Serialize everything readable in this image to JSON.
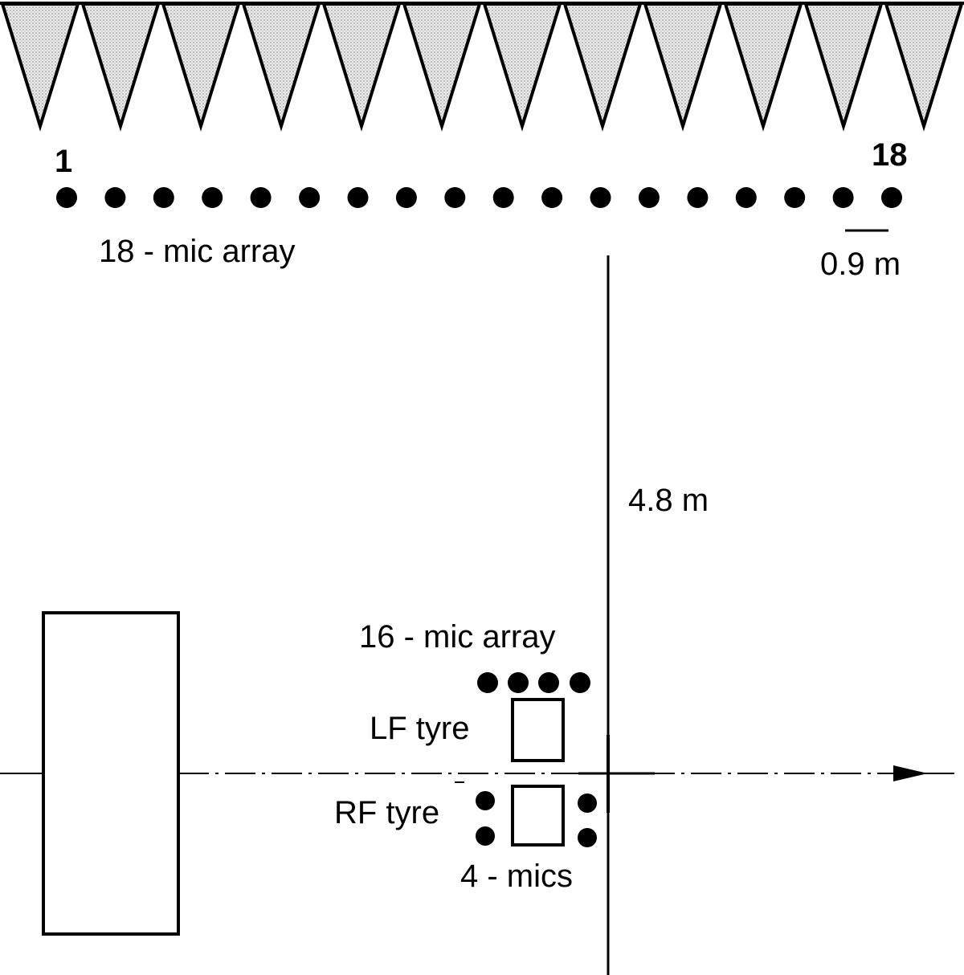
{
  "labels": {
    "mic_first": "1",
    "mic_last": "18",
    "array_18": "18 - mic array",
    "spacing": "0.9 m",
    "distance": "4.8 m",
    "array_16": "16 - mic array",
    "lf_tyre": "LF tyre",
    "rf_tyre": "RF tyre",
    "mics_4": "4 - mics"
  },
  "absorber_wedges": {
    "count": 12
  },
  "mic_array_18": {
    "count": 18
  },
  "mic_array_16": {
    "visible_count": 4
  },
  "tyre_mics": {
    "count": 4
  },
  "colors": {
    "ink": "#000000",
    "wedge_fill": "#d6d6d6",
    "background": "#ffffff"
  }
}
